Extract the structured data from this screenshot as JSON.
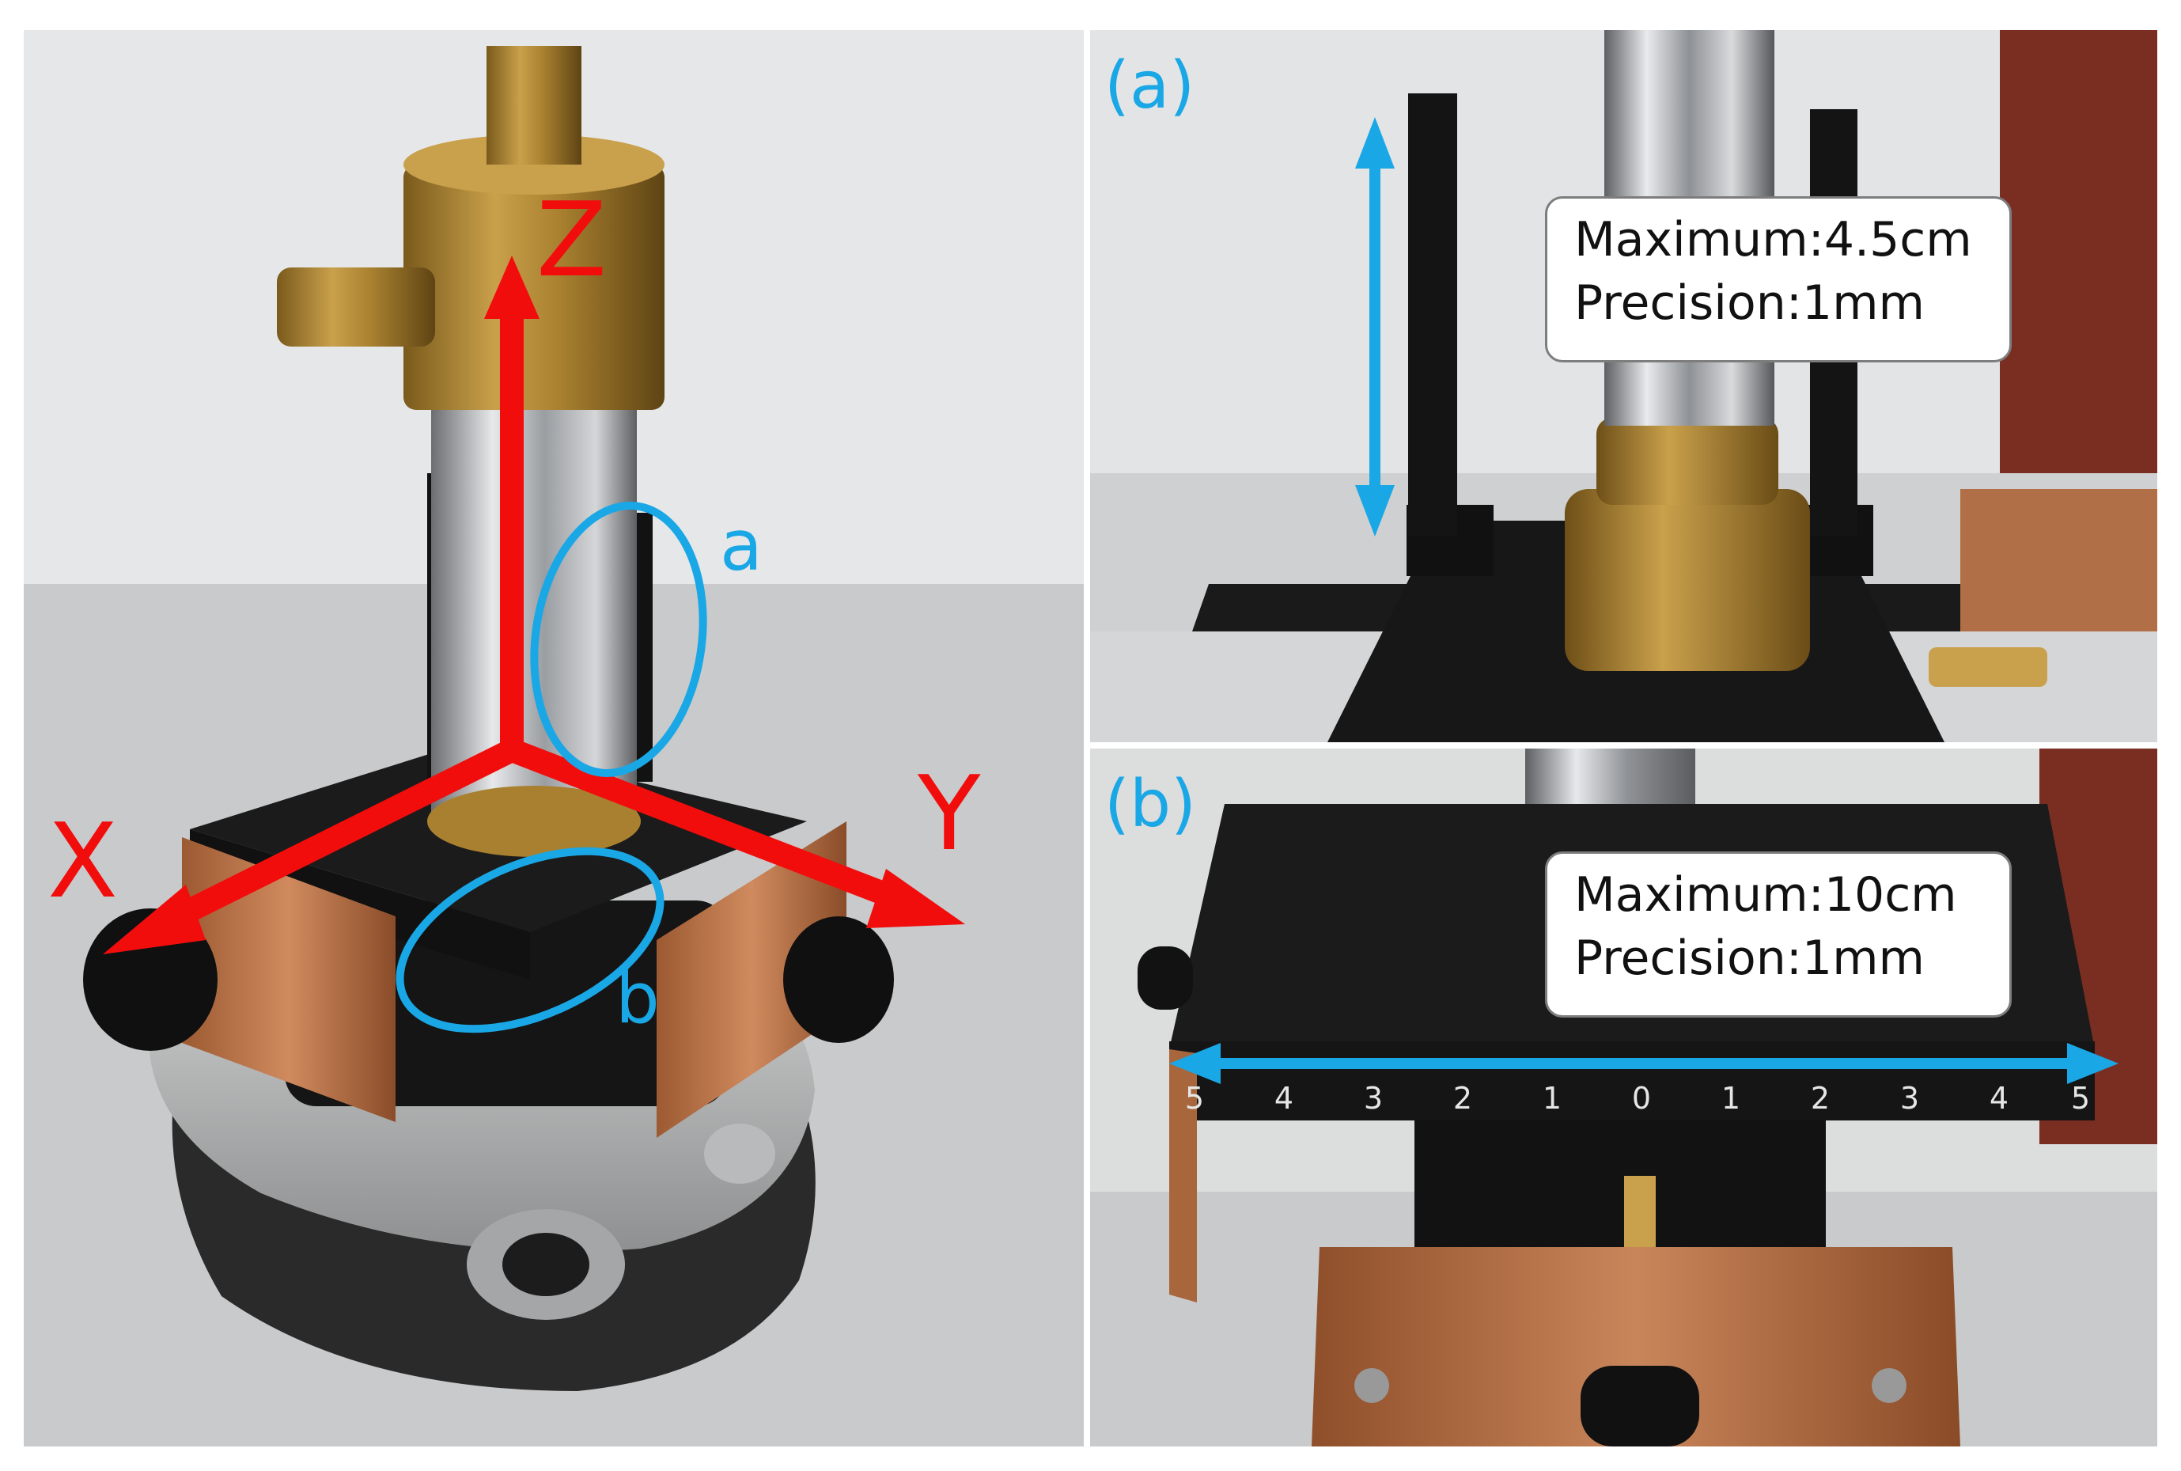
{
  "main": {
    "axes": {
      "z": "Z",
      "x": "X",
      "y": "Y"
    },
    "callouts": {
      "a": "a",
      "b": "b"
    }
  },
  "panel_a": {
    "label": "(a)",
    "maximum": "Maximum:4.5cm",
    "precision": "Precision:1mm"
  },
  "panel_b": {
    "label": "(b)",
    "maximum": "Maximum:10cm",
    "precision": "Precision:1mm",
    "ruler_ticks": [
      "5",
      "4",
      "3",
      "2",
      "1",
      "0",
      "1",
      "2",
      "3",
      "4",
      "5"
    ]
  },
  "colors": {
    "axis_red": "#f20d0d",
    "annotation_blue": "#1aa7e6"
  }
}
